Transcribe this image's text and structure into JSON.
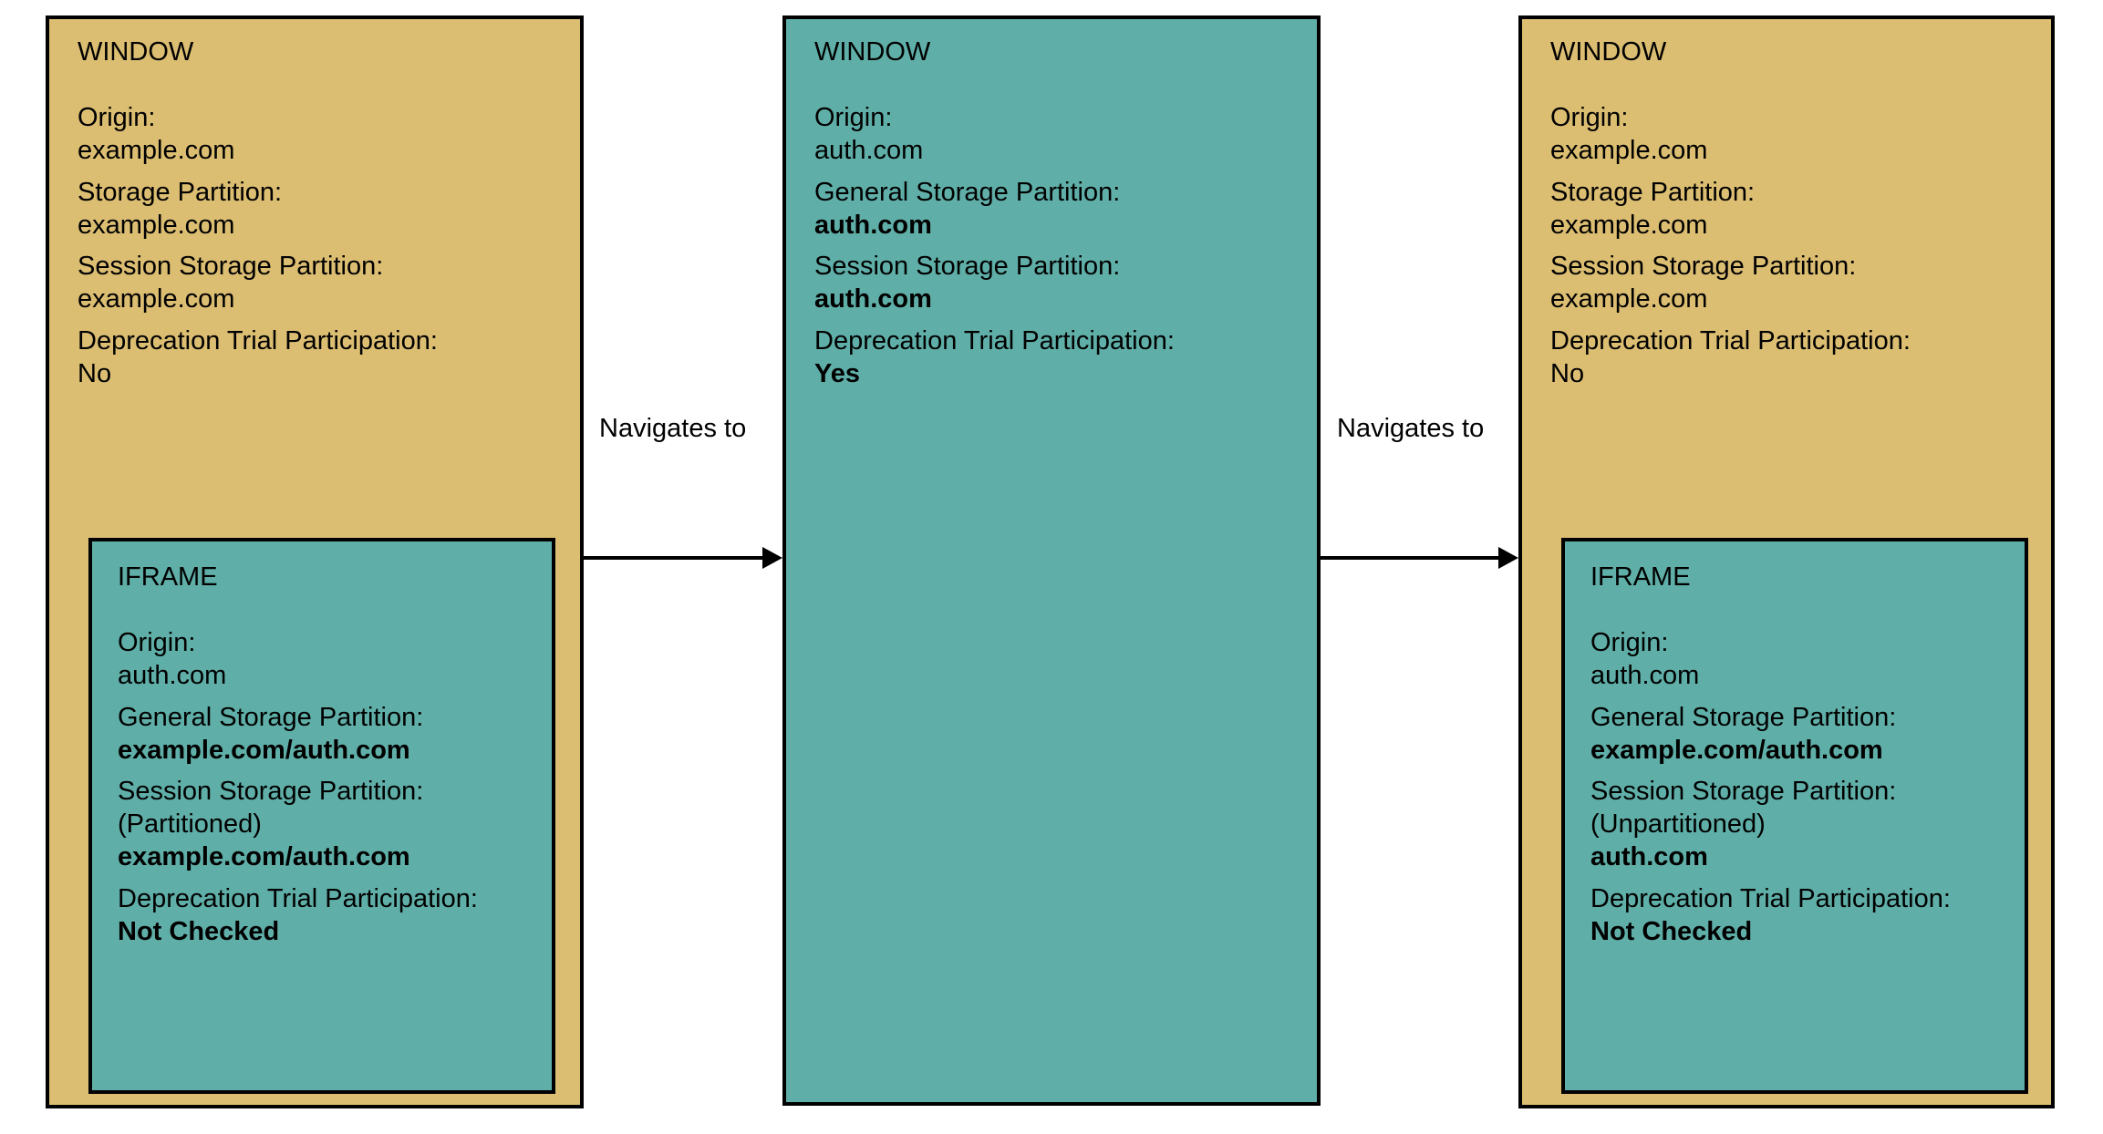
{
  "diagram": {
    "colors": {
      "window_example_com": "#dcbe72",
      "window_auth_com": "#5fafa8",
      "iframe": "#5fafa8",
      "border": "#000000"
    },
    "panels": [
      {
        "id": "panel-1",
        "window": {
          "title": "WINDOW",
          "fields": [
            {
              "label": "Origin:",
              "value": "example.com",
              "bold": false
            },
            {
              "label": "Storage Partition:",
              "value": "example.com",
              "bold": false
            },
            {
              "label": "Session Storage Partition:",
              "value": "example.com",
              "bold": false
            },
            {
              "label": "Deprecation Trial Participation:",
              "value": "No",
              "bold": false
            }
          ]
        },
        "iframe": {
          "title": "IFRAME",
          "fields": [
            {
              "label": "Origin:",
              "value": "auth.com",
              "bold": false
            },
            {
              "label": "General Storage Partition:",
              "value": "example.com/auth.com",
              "bold": true
            },
            {
              "label": "Session Storage Partition:",
              "sublabel": "(Partitioned)",
              "value": "example.com/auth.com",
              "bold": true
            },
            {
              "label": "Deprecation Trial Participation:",
              "value": "Not Checked",
              "bold": true
            }
          ]
        }
      },
      {
        "id": "panel-2",
        "window": {
          "title": "WINDOW",
          "fields": [
            {
              "label": "Origin:",
              "value": "auth.com",
              "bold": false
            },
            {
              "label": "General Storage Partition:",
              "value": "auth.com",
              "bold": true
            },
            {
              "label": "Session Storage Partition:",
              "value": "auth.com",
              "bold": true
            },
            {
              "label": "Deprecation Trial Participation:",
              "value": "Yes",
              "bold": true
            }
          ]
        },
        "iframe": null
      },
      {
        "id": "panel-3",
        "window": {
          "title": "WINDOW",
          "fields": [
            {
              "label": "Origin:",
              "value": "example.com",
              "bold": false
            },
            {
              "label": "Storage Partition:",
              "value": "example.com",
              "bold": false
            },
            {
              "label": "Session Storage Partition:",
              "value": "example.com",
              "bold": false
            },
            {
              "label": "Deprecation Trial Participation:",
              "value": "No",
              "bold": false
            }
          ]
        },
        "iframe": {
          "title": "IFRAME",
          "fields": [
            {
              "label": "Origin:",
              "value": "auth.com",
              "bold": false
            },
            {
              "label": "General Storage Partition:",
              "value": "example.com/auth.com",
              "bold": true
            },
            {
              "label": "Session Storage Partition:",
              "sublabel": "(Unpartitioned)",
              "value": "auth.com",
              "bold": true
            },
            {
              "label": "Deprecation Trial Participation:",
              "value": "Not Checked",
              "bold": true
            }
          ]
        }
      }
    ],
    "arrows": [
      {
        "id": "arrow-1",
        "label": "Navigates to"
      },
      {
        "id": "arrow-2",
        "label": "Navigates to"
      }
    ]
  }
}
